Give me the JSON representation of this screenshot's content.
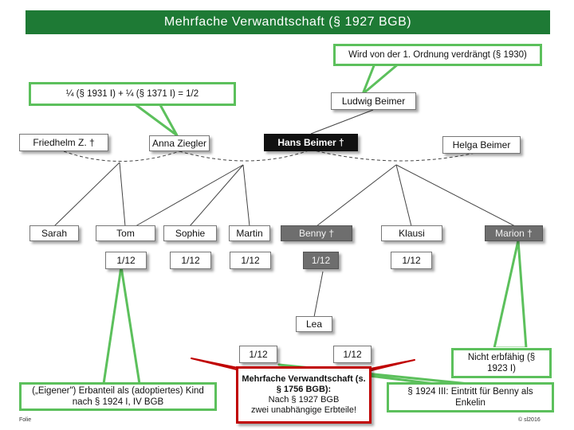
{
  "title": "Mehrfache Verwandtschaft (§ 1927 BGB)",
  "callouts": {
    "top_right": "Wird von der 1. Ordnung verdrängt (§ 1930)",
    "top_left": "¼ (§ 1931 I) + ¼ (§ 1371 I) = 1/2",
    "bottom_left": "(„Eigener\") Erbanteil als (adoptiertes) Kind nach § 1924 I, IV BGB",
    "bottom_right": "§ 1924 III: Eintritt für Benny als Enkelin",
    "mid_right": "Nicht erbfähig (§ 1923 I)"
  },
  "center_box": {
    "title": "Mehrfache Verwandtschaft (s. § 1756 BGB):",
    "line1": "Nach § 1927 BGB",
    "line2": "zwei unabhängige Erbteile!"
  },
  "persons": {
    "ludwig": "Ludwig Beimer",
    "friedhelm": "Friedhelm Z. †",
    "anna": "Anna Ziegler",
    "hans": "Hans Beimer †",
    "helga": "Helga Beimer",
    "sarah": "Sarah",
    "tom": "Tom",
    "sophie": "Sophie",
    "martin": "Martin",
    "benny": "Benny †",
    "klausi": "Klausi",
    "marion": "Marion †",
    "lea": "Lea"
  },
  "shares": {
    "tom": "1/12",
    "sophie": "1/12",
    "martin": "1/12",
    "benny": "1/12",
    "klausi": "1/12",
    "lea_left": "1/12",
    "lea_right": "1/12"
  },
  "footer": {
    "left": "Folie",
    "right": "© sl2016"
  },
  "colors": {
    "title_bg": "#1e7a35",
    "callout_border": "#5cc05c",
    "highlight_border": "#c00000",
    "dark_box": "#111111",
    "grey_box": "#6e6e6e"
  }
}
